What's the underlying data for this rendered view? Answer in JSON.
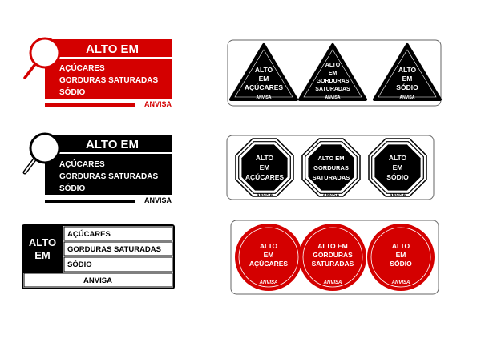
{
  "colors": {
    "red": "#d40000",
    "black": "#000000",
    "panel_border": "#555555"
  },
  "icons": [
    "magnifier-icon"
  ],
  "labels": {
    "alto_em": "ALTO EM",
    "alto": "ALTO",
    "em": "EM",
    "acucares": "AÇÚCARES",
    "gorduras_saturadas": "GORDURAS SATURADAS",
    "gorduras": "GORDURAS",
    "saturadas": "SATURADAS",
    "sodio": "SÓDIO",
    "sodio_title": "SÓDIO",
    "anvisa": "ANVISA"
  }
}
